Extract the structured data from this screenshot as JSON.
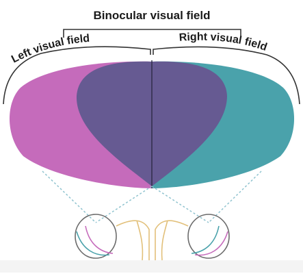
{
  "labels": {
    "binocular": "Binocular visual field",
    "left": "Left visual field",
    "right": "Right visual field"
  },
  "colors": {
    "left_field": "#c56bbb",
    "right_field": "#4aa2ab",
    "binocular_field": "#665a92",
    "brackets": "#333333",
    "dotted_lines": "#8fc3cf",
    "optic_pathway": "#e2c07a"
  }
}
